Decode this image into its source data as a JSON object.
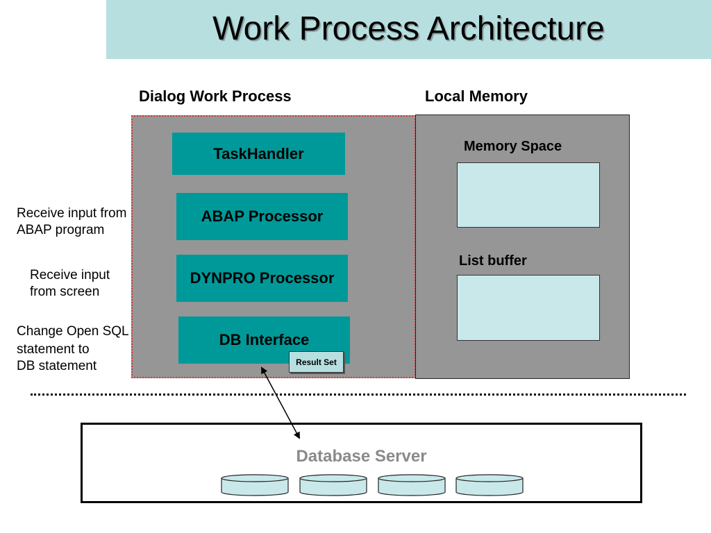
{
  "title": "Work Process Architecture",
  "headings": {
    "dialog_work_process": "Dialog Work Process",
    "local_memory": "Local Memory"
  },
  "processes": {
    "task_handler": "TaskHandler",
    "abap_processor": "ABAP Processor",
    "dynpro_processor": "DYNPRO Processor",
    "db_interface": "DB Interface"
  },
  "memory": {
    "memory_space": "Memory Space",
    "list_buffer": "List buffer"
  },
  "notes": {
    "abap_line1": "Receive input from",
    "abap_line2": "ABAP program",
    "screen_line1": "Receive input",
    "screen_line2": "from screen",
    "sql_line1": "Change Open SQL",
    "sql_line2": "statement to",
    "sql_line3": "DB statement"
  },
  "result_set": "Result Set",
  "database_server": "Database Server",
  "colors": {
    "title_bar": "#b7dfe0",
    "process_box": "#009999",
    "panel_gray": "#969696",
    "memory_fill": "#c9e8ea",
    "dialog_border": "#e03030"
  }
}
